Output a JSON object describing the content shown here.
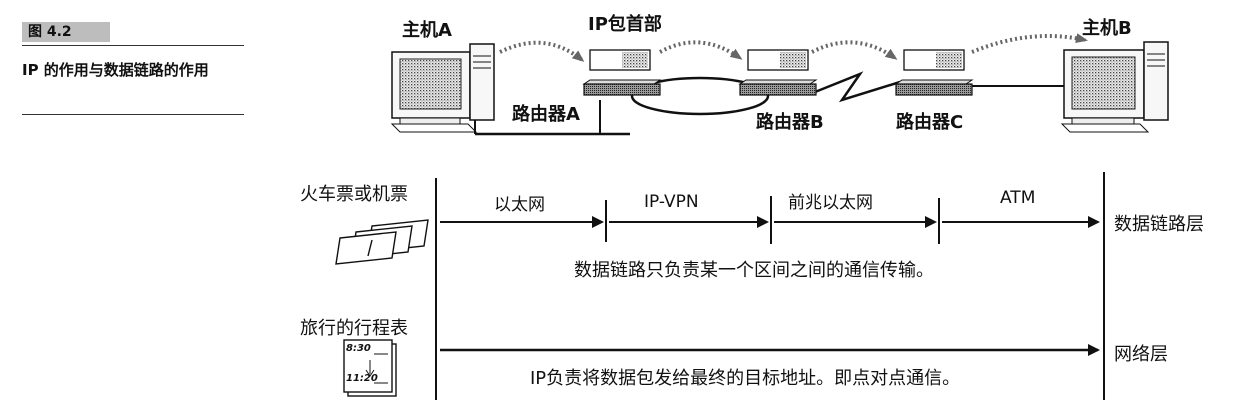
{
  "sidebar": {
    "figure_label": "图 4.2",
    "caption": "IP 的作用与数据链路的作用"
  },
  "network": {
    "host_a": "主机A",
    "host_b": "主机B",
    "ip_header": "IP包首部",
    "router_a": "路由器A",
    "router_b": "路由器B",
    "router_c": "路由器C"
  },
  "analogy": {
    "tickets_label": "火车票或机票",
    "itinerary_label": "旅行的行程表",
    "itinerary_times": [
      "8:30",
      "11:20"
    ]
  },
  "data_link": {
    "segments": [
      "以太网",
      "IP-VPN",
      "前兆以太网",
      "ATM"
    ],
    "layer_label": "数据链路层",
    "description": "数据链路只负责某一个区间之间的通信传输。"
  },
  "network_layer": {
    "layer_label": "网络层",
    "description": "IP负责将数据包发给最终的目标地址。即点对点通信。"
  }
}
